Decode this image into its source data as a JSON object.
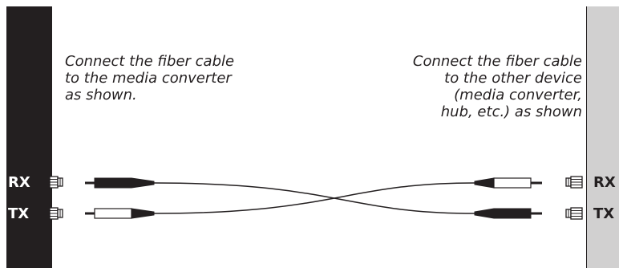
{
  "left_device": {
    "instruction": "Connect the fiber cable\nto the media converter\nas shown.",
    "ports": [
      "RX",
      "TX"
    ],
    "panel_color": "#231f20"
  },
  "right_device": {
    "instruction": "Connect the fiber cable\nto the other device\n(media converter,\nhub, etc.) as shown",
    "ports": [
      "RX",
      "TX"
    ],
    "panel_color": "#d1d0d0"
  },
  "cable": {
    "colors": {
      "dark_connector": "#231f20",
      "light_connector": "#ffffff",
      "line": "#231f20"
    },
    "connections": [
      {
        "from": "left-RX",
        "left_connector": "dark",
        "to": "right-TX",
        "right_connector": "dark"
      },
      {
        "from": "left-TX",
        "left_connector": "light",
        "to": "right-RX",
        "right_connector": "light"
      }
    ]
  },
  "icons": {
    "left_port": "fiber-port-icon",
    "right_port": "fiber-port-icon",
    "connector": "fiber-connector-icon"
  }
}
